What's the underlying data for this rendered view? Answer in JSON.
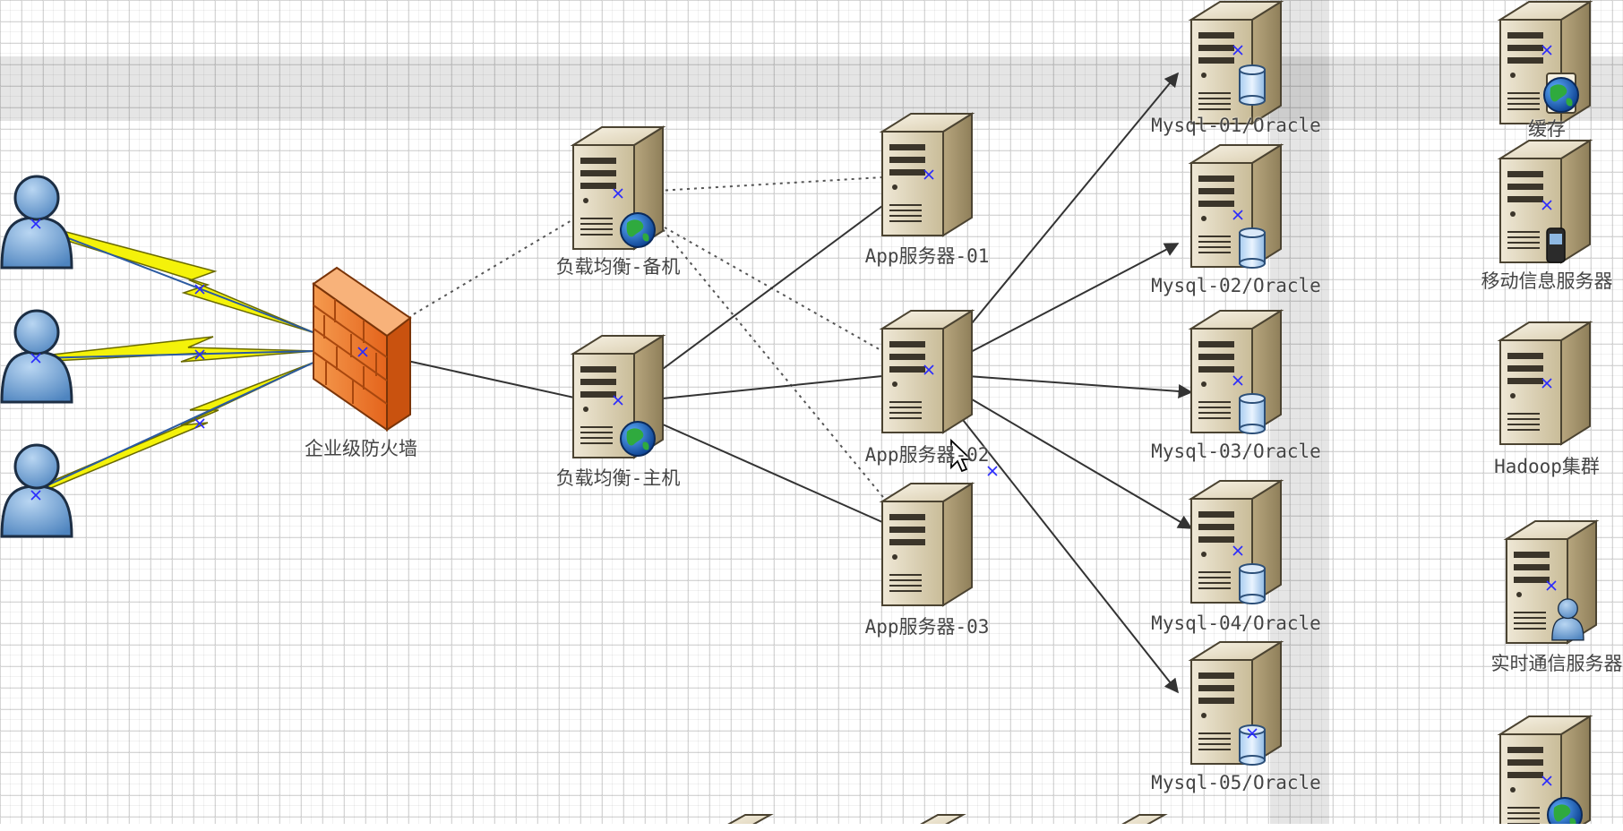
{
  "nodes": {
    "firewall": "企业级防火墙",
    "lb_backup": "负载均衡-备机",
    "lb_main": "负载均衡-主机",
    "app1": "App服务器-01",
    "app2": "App服务器-02",
    "app3": "App服务器-03",
    "db1": "Mysql-01/Oracle",
    "db2": "Mysql-02/Oracle",
    "db3": "Mysql-03/Oracle",
    "db4": "Mysql-04/Oracle",
    "db5": "Mysql-05/Oracle",
    "cache": "缓存",
    "mobile": "移动信息服务器",
    "hadoop": "Hadoop集群",
    "realtime": "实时通信服务器"
  },
  "colors": {
    "server": "#d8ccae",
    "firewall": "#f07a2a",
    "user": "#6a9fd4",
    "lightning": "#f4f20a",
    "selection_mark": "#2a2aff"
  }
}
